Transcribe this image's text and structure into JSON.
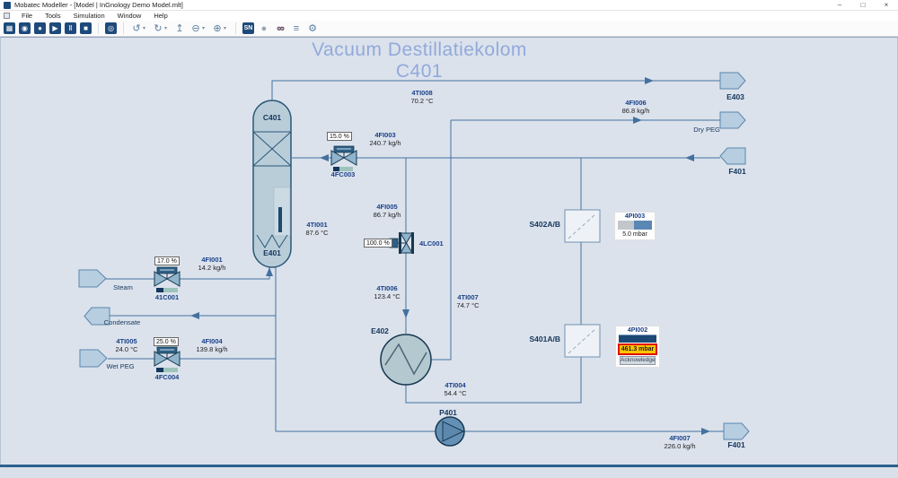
{
  "window": {
    "title": "Mobatec Modeller - [Model | InGnology Demo Model.mlt]",
    "minimize": "–",
    "maximize": "□",
    "close": "×"
  },
  "menu": {
    "items": [
      "File",
      "Tools",
      "Simulation",
      "Window",
      "Help"
    ]
  },
  "toolbar": {
    "caret": "▾",
    "icons": [
      {
        "name": "model-image-icon",
        "glyph": "▦"
      },
      {
        "name": "init-icon",
        "glyph": "◉"
      },
      {
        "name": "reset-icon",
        "glyph": "●"
      },
      {
        "name": "run-icon",
        "glyph": "▶"
      },
      {
        "name": "pause-icon",
        "glyph": "Ⅱ"
      },
      {
        "name": "stop-icon",
        "glyph": "■"
      },
      {
        "name": "camera-icon",
        "glyph": "◎"
      },
      {
        "name": "undo-icon",
        "glyph": "↺"
      },
      {
        "name": "redo-icon",
        "glyph": "↻"
      },
      {
        "name": "import-icon",
        "glyph": "↥"
      },
      {
        "name": "zoom-out-icon",
        "glyph": "⊖"
      },
      {
        "name": "zoom-in-icon",
        "glyph": "⊕"
      },
      {
        "name": "sn-icon",
        "glyph": "SN"
      },
      {
        "name": "globe-icon",
        "glyph": "●"
      },
      {
        "name": "binoculars-icon",
        "glyph": "∞"
      },
      {
        "name": "outline-icon",
        "glyph": "≡"
      },
      {
        "name": "settings-icon",
        "glyph": "⚙"
      }
    ]
  },
  "diagram": {
    "title": "Vacuum Destillatiekolom C401"
  },
  "equipment": {
    "column": "C401",
    "reboiler": "E401",
    "heat_exchanger": "E402",
    "condenser_out": "E403",
    "pump": "P401",
    "separator_top": "S402A/B",
    "separator_bottom": "S401A/B",
    "feed_top": "F401",
    "product_bottom": "F401"
  },
  "streams": {
    "steam": "Steam",
    "condensate": "Condensate",
    "wet_peg": "Wet PEG",
    "dry_peg": "Dry PEG"
  },
  "valves": {
    "v41c001": {
      "tag": "41C001",
      "output": "17.0 %"
    },
    "v4fc003": {
      "tag": "4FC003",
      "output": "15.0 %"
    },
    "v4fc004": {
      "tag": "4FC004",
      "output": "25.0 %"
    },
    "v4lc001": {
      "tag": "4LC001",
      "output": "100.0 %"
    }
  },
  "indicators": {
    "ti008": {
      "tag": "4TI008",
      "value": "70.2 °C"
    },
    "fi006": {
      "tag": "4FI006",
      "value": "86.8 kg/h"
    },
    "fi003": {
      "tag": "4FI003",
      "value": "240.7 kg/h"
    },
    "fi005": {
      "tag": "4FI005",
      "value": "86.7 kg/h"
    },
    "ti001": {
      "tag": "4TI001",
      "value": "87.6 °C"
    },
    "fi001": {
      "tag": "4FI001",
      "value": "14.2 kg/h"
    },
    "ti005": {
      "tag": "4TI005",
      "value": "24.0 °C"
    },
    "fi004": {
      "tag": "4FI004",
      "value": "139.8 kg/h"
    },
    "ti006": {
      "tag": "4TI006",
      "value": "123.4 °C"
    },
    "ti007": {
      "tag": "4TI007",
      "value": "74.7 °C"
    },
    "ti004": {
      "tag": "4TI004",
      "value": "54.4 °C"
    },
    "fi007": {
      "tag": "4FI007",
      "value": "226.0 kg/h"
    },
    "pi003": {
      "tag": "4PI003",
      "value": "5.0 mbar"
    },
    "pi002": {
      "tag": "4PI002",
      "value": "461.3 mbar",
      "ack_label": "Acknowledge"
    }
  },
  "colors": {
    "accent": "#1d4a7a",
    "line": "#44719f",
    "alarm_bg": "#ffc400",
    "alarm_border": "#e01000",
    "title": "#92a9da"
  }
}
